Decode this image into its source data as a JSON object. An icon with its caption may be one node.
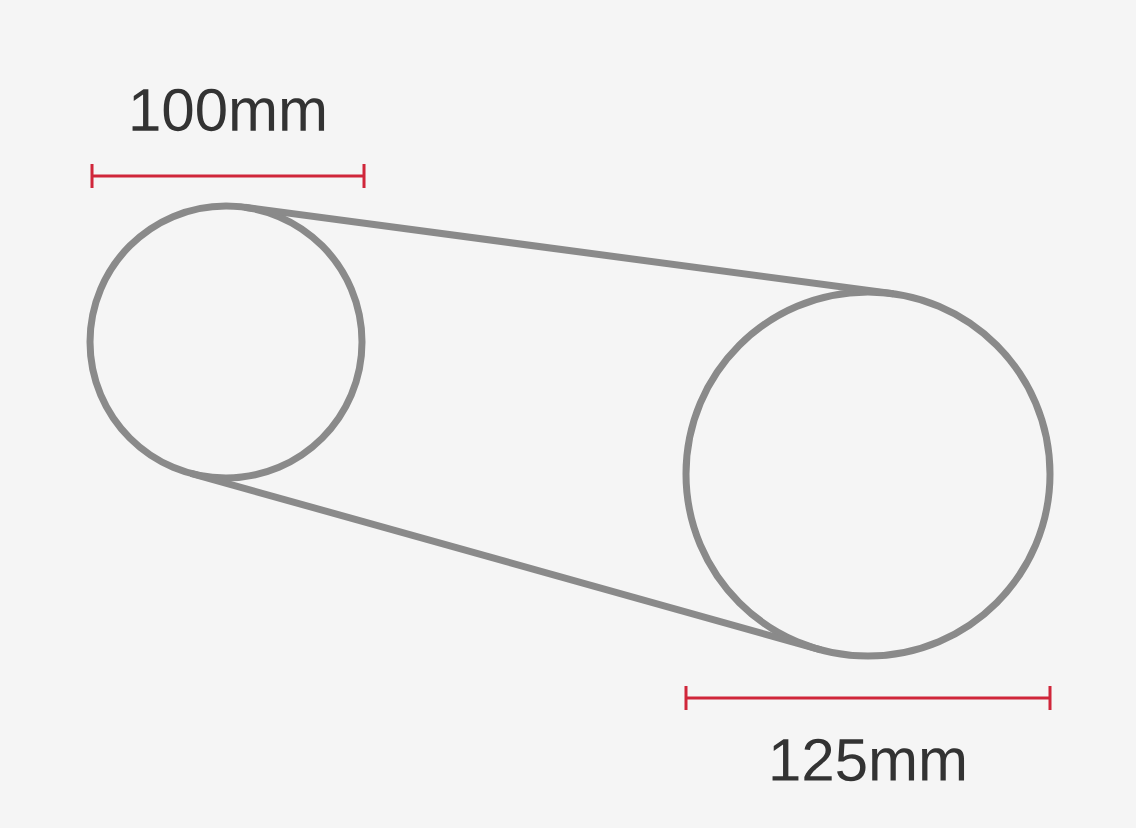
{
  "diagram": {
    "nodes": [
      {
        "text": [],
        "shape": "circle"
      },
      {
        "text": [],
        "shape": "circle"
      }
    ],
    "edges": [
      {
        "from": 0,
        "to": 1,
        "arrow": "none"
      },
      {
        "from": 0,
        "to": 1,
        "arrow": "none"
      }
    ],
    "labels": [
      "100mm",
      "125mm"
    ]
  }
}
